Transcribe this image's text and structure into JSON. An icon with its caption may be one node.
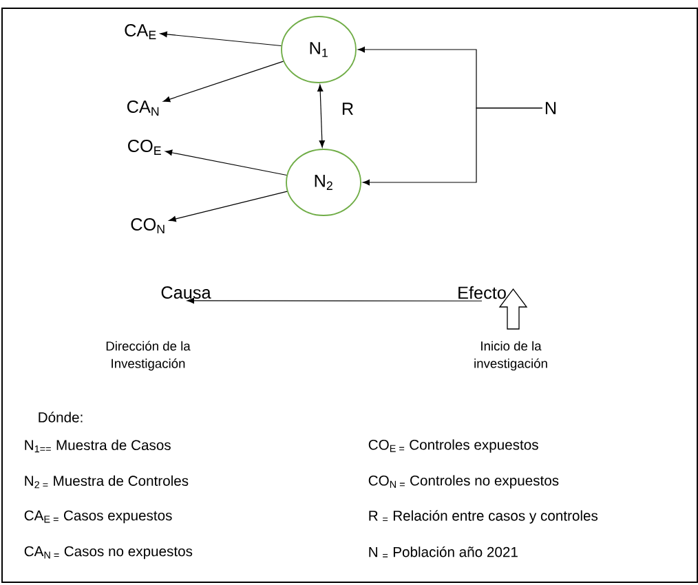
{
  "diagram": {
    "nodes": [
      {
        "text": [
          "N$_{1}$"
        ]
      },
      {
        "text": [
          "CA$_{E}$"
        ]
      },
      {
        "text": [
          "CA$_{N}$"
        ]
      },
      {
        "text": [
          "CO$_{E}$"
        ]
      },
      {
        "text": [
          "N$_{2}$"
        ]
      },
      {
        "text": [
          "CO$_{N}$"
        ]
      },
      {
        "text": [
          "N"
        ]
      },
      {
        "text": [
          "Causa"
        ]
      },
      {
        "text": [
          "Efecto"
        ]
      }
    ],
    "edges": [
      {
        "from": 0,
        "to": 1,
        "arrow": "to"
      },
      {
        "from": 0,
        "to": 2,
        "arrow": "to"
      },
      {
        "from": 0,
        "to": 4,
        "arrow": "both",
        "label": "R"
      },
      {
        "from": 4,
        "to": 3,
        "arrow": "to"
      },
      {
        "from": 4,
        "to": 5,
        "arrow": "to"
      },
      {
        "from": 6,
        "to": 0,
        "arrow": "to"
      },
      {
        "from": 6,
        "to": 4,
        "arrow": "to"
      },
      {
        "from": 8,
        "to": 7,
        "arrow": "to"
      }
    ],
    "labels": [
      "Dirección de la Investigación",
      "Inicio de la investigación",
      "Dónde:",
      "N$_{1==}$ Muestra de Casos",
      "CO$_{E =}$ Controles expuestos",
      "N$_{2 =}$ Muestra de Controles",
      "CO$_{N =}$ Controles no expuestos",
      "CA$_{E =}$ Casos expuestos",
      "R $_{=}$ Relación entre casos y controles",
      "CA$_{N =}$ Casos no expuestos",
      "N $_{=}$ Población año 2021"
    ]
  }
}
